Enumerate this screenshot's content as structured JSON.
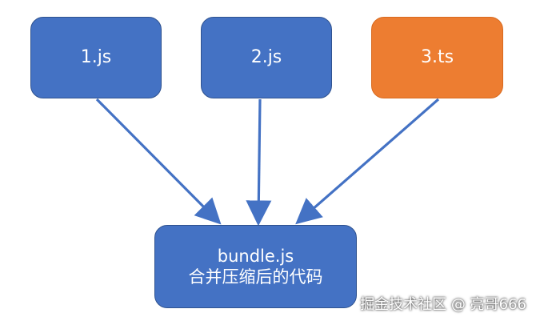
{
  "nodes": {
    "file1": {
      "label": "1.js",
      "color": "#4472c4"
    },
    "file2": {
      "label": "2.js",
      "color": "#4472c4"
    },
    "file3": {
      "label": "3.ts",
      "color": "#ed7d31"
    },
    "bundle": {
      "title": "bundle.js",
      "subtitle": "合并压缩后的代码",
      "color": "#4472c4"
    }
  },
  "edges": [
    {
      "from": "1.js",
      "to": "bundle.js"
    },
    {
      "from": "2.js",
      "to": "bundle.js"
    },
    {
      "from": "3.ts",
      "to": "bundle.js"
    }
  ],
  "arrow_color": "#4472c4",
  "watermark": "掘金技术社区 @ 亮哥666"
}
